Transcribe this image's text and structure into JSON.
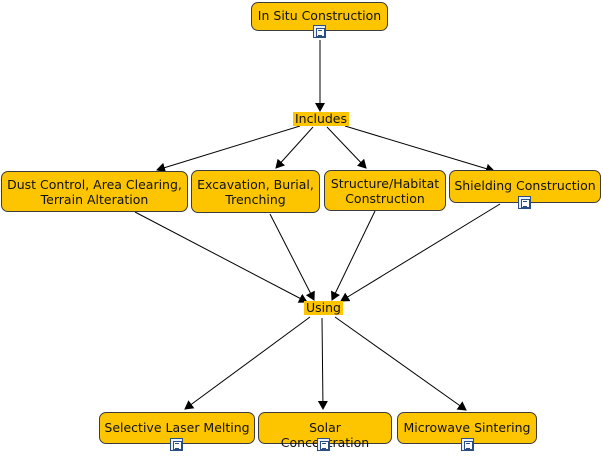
{
  "diagram": {
    "top_concept": "In Situ Construction",
    "linker_includes": "Includes",
    "linker_using": "Using",
    "activities": [
      "Dust Control, Area Clearing,\nTerrain Alteration",
      "Excavation, Burial,\nTrenching",
      "Structure/Habitat\nConstruction",
      "Shielding Construction"
    ],
    "techniques": [
      "Selective Laser Melting",
      "Solar Concentration",
      "Microwave Sintering"
    ],
    "icons": {
      "document": "document-icon"
    },
    "colors": {
      "node_fill": "#fdc500",
      "node_border": "#3c3c3c",
      "arrow": "#000000",
      "icon_border": "#2a4d86"
    }
  }
}
